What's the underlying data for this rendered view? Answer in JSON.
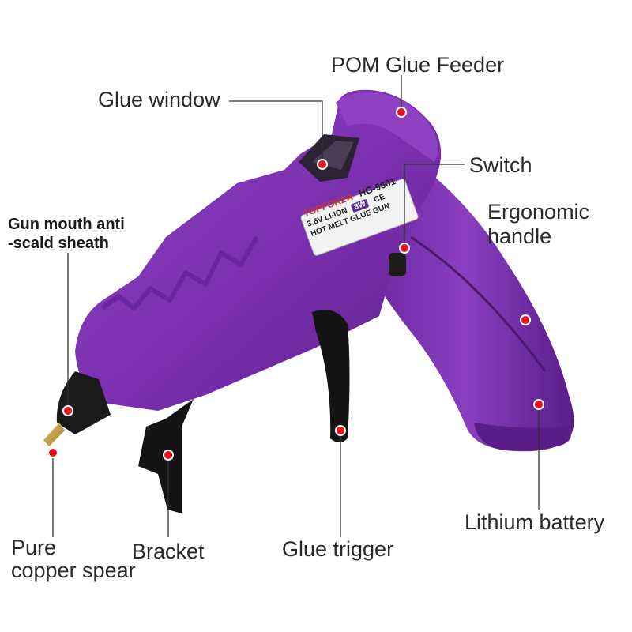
{
  "labels": {
    "pom_glue_feeder": "POM Glue Feeder",
    "glue_window": "Glue window",
    "switch": "Switch",
    "ergonomic_handle_line1": "Ergonomic",
    "ergonomic_handle_line2": "handle",
    "gun_mouth_line1": "Gun mouth anti",
    "gun_mouth_line2": "-scald sheath",
    "pure_copper_line1": "Pure",
    "pure_copper_line2": "copper spear",
    "bracket": "Bracket",
    "glue_trigger": "Glue trigger",
    "lithium_battery": "Lithium battery"
  },
  "product_label": {
    "brand": "TOPFORZA",
    "model": "HG-9601",
    "spec": "3.6V LI-ION",
    "wattage": "8W",
    "name": "HOT MELT GLUE GUN",
    "cert": "CE"
  },
  "colors": {
    "body": "#7a2fae",
    "body_dark": "#5a1f86",
    "body_light": "#9446c8",
    "nozzle": "#1a1a1a",
    "tip": "#c9a24a",
    "marker": "#e8121e",
    "leader": "#333333"
  }
}
